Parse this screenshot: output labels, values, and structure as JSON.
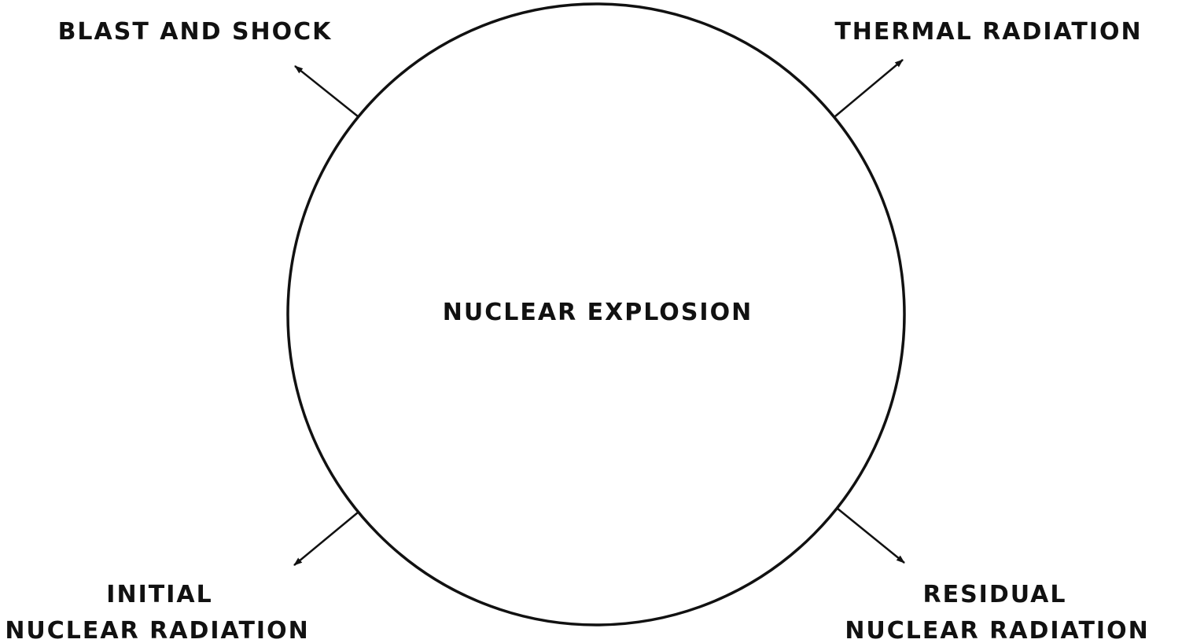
{
  "diagram": {
    "center_label": "NUCLEAR EXPLOSION",
    "effects": {
      "blast": {
        "label": "BLAST AND SHOCK"
      },
      "thermal": {
        "label": "THERMAL RADIATION"
      },
      "initial": {
        "line1": "INITIAL",
        "line2": "NUCLEAR RADIATION"
      },
      "residual": {
        "line1": "RESIDUAL",
        "line2": "NUCLEAR RADIATION"
      }
    }
  }
}
